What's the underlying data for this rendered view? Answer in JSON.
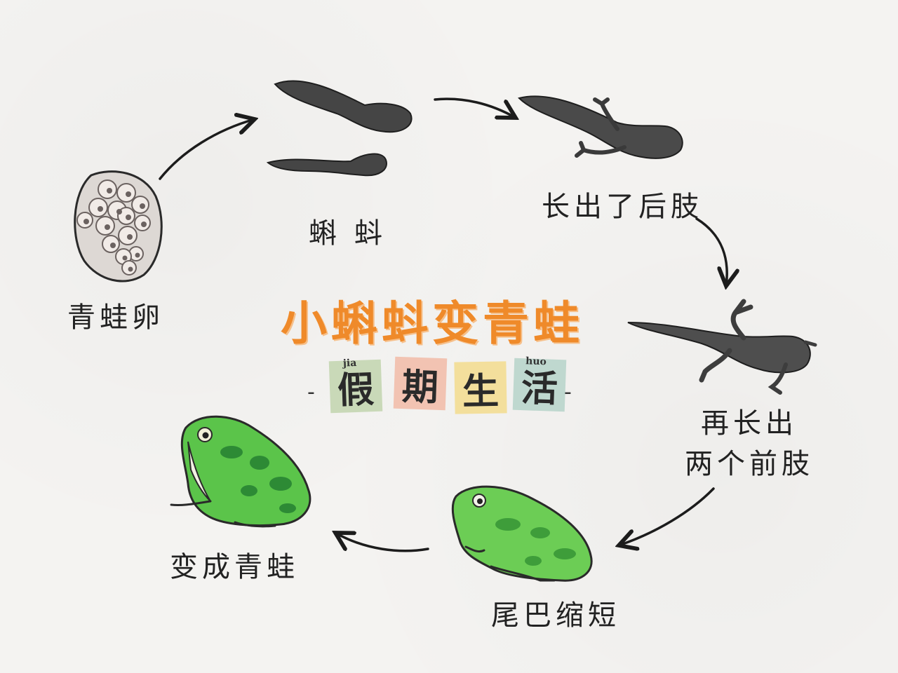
{
  "title": "小蝌蚪变青蛙",
  "subtitle": {
    "left_dash": "-",
    "right_dash": "-",
    "tiles": [
      {
        "char": "假",
        "pinyin": "jia",
        "color": "#c9d9b8"
      },
      {
        "char": "期",
        "pinyin": "",
        "color": "#f2c3b2"
      },
      {
        "char": "生",
        "pinyin": "",
        "color": "#f3df9c"
      },
      {
        "char": "活",
        "pinyin": "huo",
        "color": "#bfd8cf"
      }
    ]
  },
  "stages": {
    "eggs": "青蛙卵",
    "tadpole": "蝌 蚪",
    "hind_legs": "长出了后肢",
    "front_legs_line1": "再长出",
    "front_legs_line2": "两个前肢",
    "tail_shrink": "尾巴缩短",
    "frog": "变成青蛙"
  },
  "colors": {
    "title": "#ef8a2a",
    "tadpole": "#4a4a4a",
    "frog_green": "#5bc44a",
    "frog_dark": "#2d8a35",
    "egg_fill": "#ece7e2"
  }
}
